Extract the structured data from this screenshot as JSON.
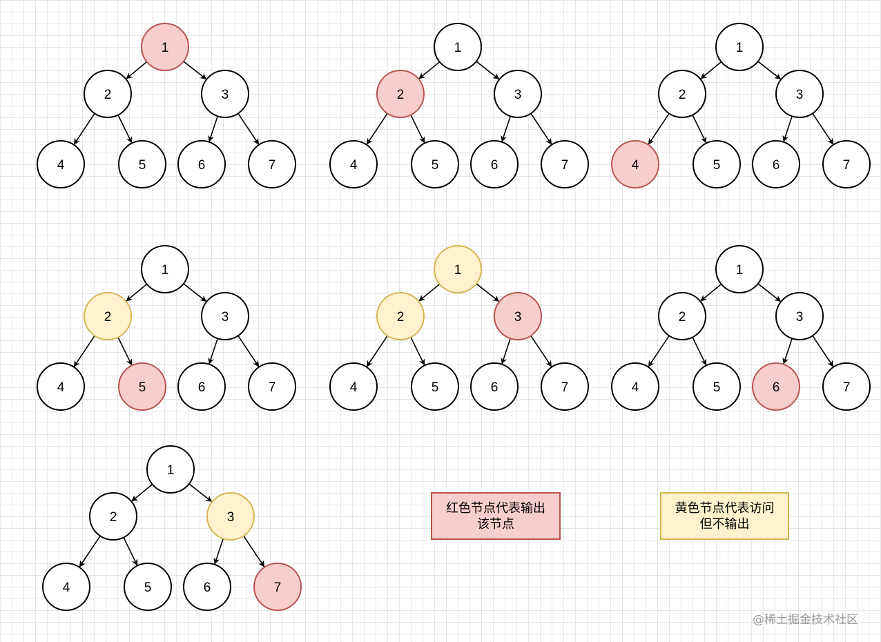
{
  "tree": {
    "nodes": [
      {
        "id": "n1",
        "label": "1"
      },
      {
        "id": "n2",
        "label": "2"
      },
      {
        "id": "n3",
        "label": "3"
      },
      {
        "id": "n4",
        "label": "4"
      },
      {
        "id": "n5",
        "label": "5"
      },
      {
        "id": "n6",
        "label": "6"
      },
      {
        "id": "n7",
        "label": "7"
      }
    ],
    "edges": [
      [
        "n1",
        "n2"
      ],
      [
        "n1",
        "n3"
      ],
      [
        "n2",
        "n4"
      ],
      [
        "n2",
        "n5"
      ],
      [
        "n3",
        "n6"
      ],
      [
        "n3",
        "n7"
      ]
    ]
  },
  "steps": [
    {
      "step": 1,
      "output": "n1",
      "visited": []
    },
    {
      "step": 2,
      "output": "n2",
      "visited": []
    },
    {
      "step": 3,
      "output": "n4",
      "visited": []
    },
    {
      "step": 4,
      "output": "n5",
      "visited": [
        "n2"
      ]
    },
    {
      "step": 5,
      "output": "n3",
      "visited": [
        "n1",
        "n2"
      ]
    },
    {
      "step": 6,
      "output": "n6",
      "visited": []
    },
    {
      "step": 7,
      "output": "n7",
      "visited": [
        "n3"
      ]
    }
  ],
  "colors": {
    "output_fill": "#f8cecc",
    "output_stroke": "#b85450",
    "visited_fill": "#fff2cc",
    "visited_stroke": "#d6b656",
    "default_fill": "#ffffff",
    "default_stroke": "#000000"
  },
  "legend": {
    "red_label": "红色节点代表输出\n该节点",
    "yellow_label": "黄色节点代表访问\n但不输出"
  },
  "watermark": "@稀土掘金技术社区"
}
